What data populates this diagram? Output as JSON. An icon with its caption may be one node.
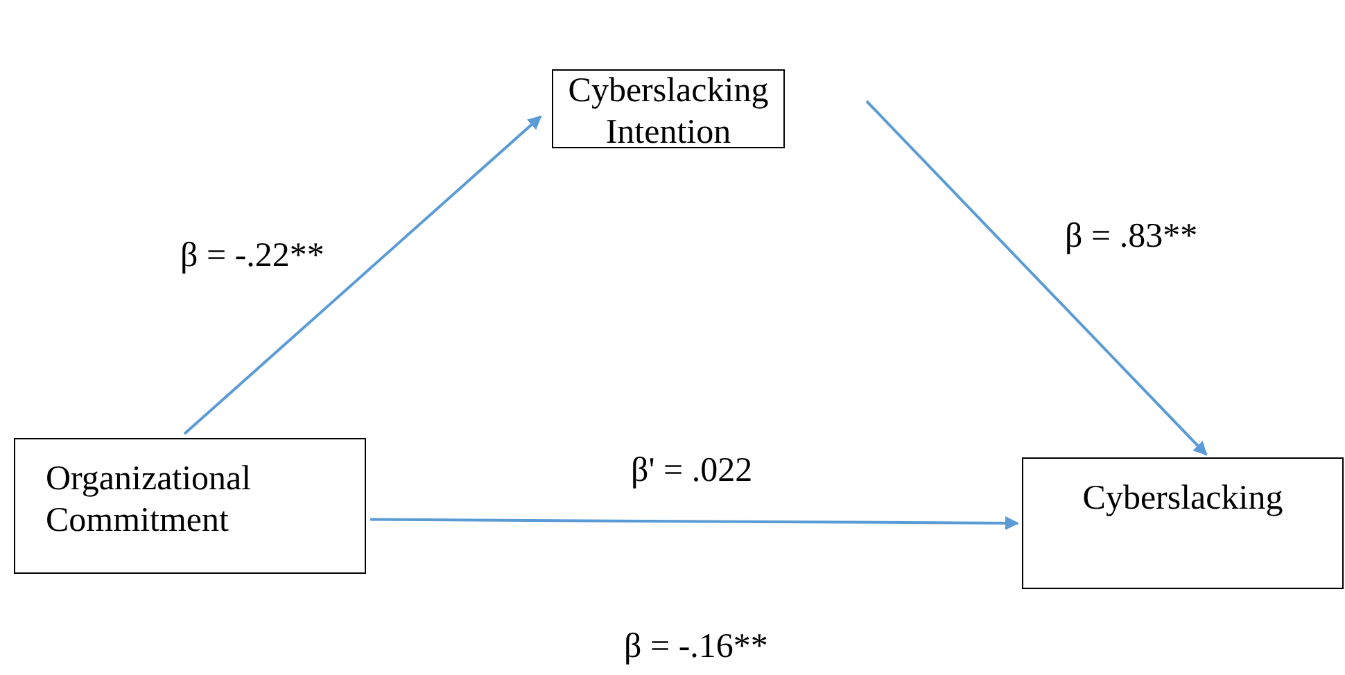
{
  "diagram": {
    "nodes": [
      {
        "text": [
          "Cyberslacking Intention"
        ]
      },
      {
        "text": [
          "Organizational Commitment"
        ]
      },
      {
        "text": [
          "Cyberslacking"
        ]
      }
    ],
    "edges": [
      {
        "from": 1,
        "to": 0,
        "arrow": "to",
        "label": "β = -.22**"
      },
      {
        "from": 0,
        "to": 2,
        "arrow": "to",
        "label": "β = .83**"
      },
      {
        "from": 1,
        "to": 2,
        "arrow": "to",
        "label": "β' = .022"
      }
    ],
    "labels": [
      "β = -.16**"
    ]
  }
}
